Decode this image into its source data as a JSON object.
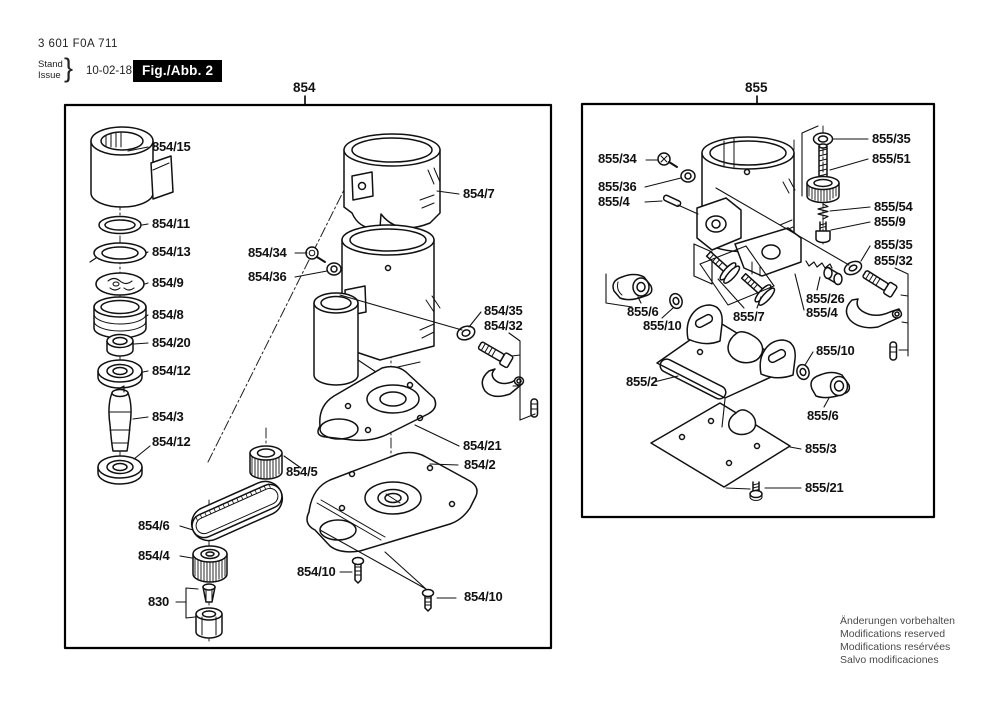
{
  "header": {
    "part_number": "3 601 F0A 711",
    "stand_label": "Stand",
    "issue_label": "Issue",
    "brace": "}",
    "issue_date": "10-02-18",
    "figure_label": "Fig./Abb. 2"
  },
  "panels": [
    {
      "title": "854",
      "labels": [
        "854/15",
        "854/11",
        "854/13",
        "854/9",
        "854/8",
        "854/20",
        "854/12",
        "854/3",
        "854/12",
        "854/34",
        "854/36",
        "854/7",
        "854/35",
        "854/32",
        "854/21",
        "854/2",
        "854/5",
        "854/6",
        "854/4",
        "830",
        "854/10",
        "854/10"
      ]
    },
    {
      "title": "855",
      "labels": [
        "855/34",
        "855/36",
        "855/4",
        "855/35",
        "855/51",
        "855/54",
        "855/9",
        "855/35",
        "855/32",
        "855/26",
        "855/4",
        "855/6",
        "855/10",
        "855/7",
        "855/2",
        "855/10",
        "855/6",
        "855/3",
        "855/21"
      ]
    }
  ],
  "footer": {
    "lines": [
      "Änderungen vorbehalten",
      "Modifications reserved",
      "Modifications resérvées",
      "Salvo modificaciones"
    ]
  }
}
